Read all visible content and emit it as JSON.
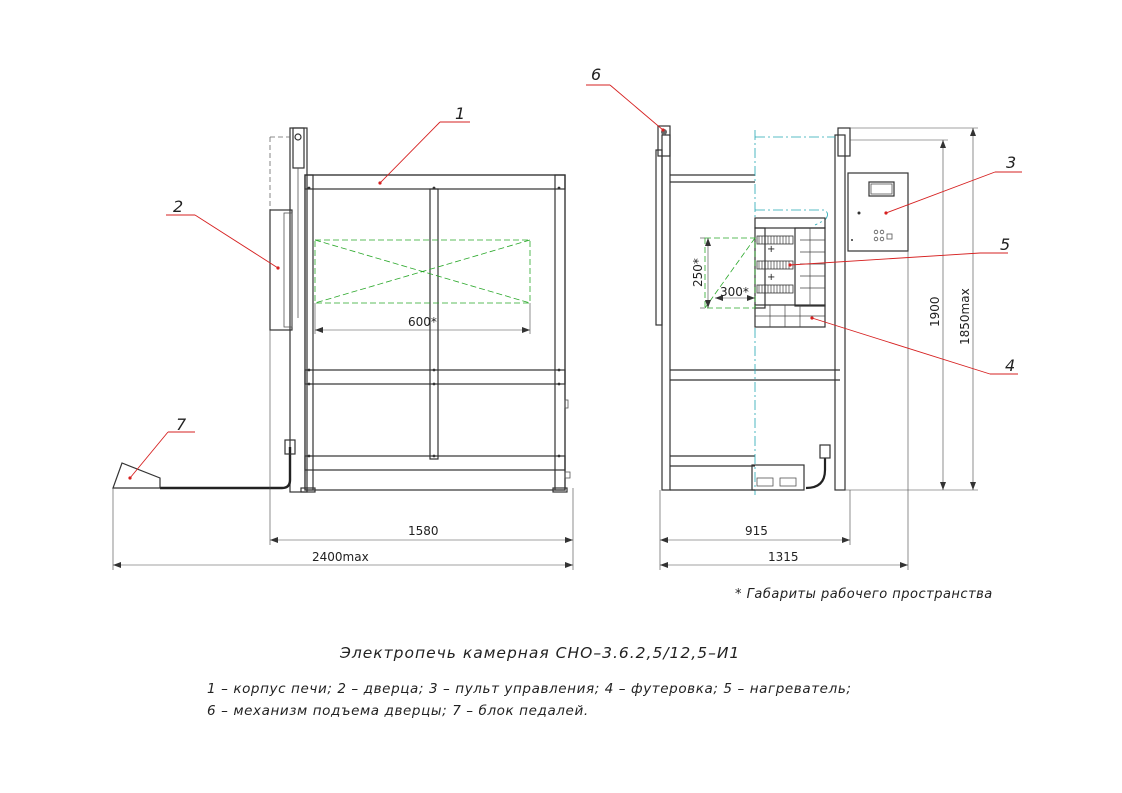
{
  "dimensions": {
    "d600": "600*",
    "d250": "250*",
    "d300": "300*",
    "d1580": "1580",
    "d2400": "2400max",
    "d915": "915",
    "d1315": "1315",
    "d1900": "1900",
    "d1850": "1850max"
  },
  "callouts": {
    "c1": "1",
    "c2": "2",
    "c3": "3",
    "c4": "4",
    "c5": "5",
    "c6": "6",
    "c7": "7"
  },
  "note": "* Габариты рабочего пространства",
  "caption": {
    "title": "Электропечь камерная СНО–3.6.2,5/12,5–И1",
    "legend_line1": "1 – корпус печи; 2 – дверца; 3 – пульт управления; 4 – футеровка; 5 – нагреватель;",
    "legend_line2": "6 – механизм подъема дверцы; 7 – блок педалей."
  },
  "colors": {
    "leader": "#d62020",
    "workspace": "#2aa82a",
    "axis": "#22a6b3"
  }
}
